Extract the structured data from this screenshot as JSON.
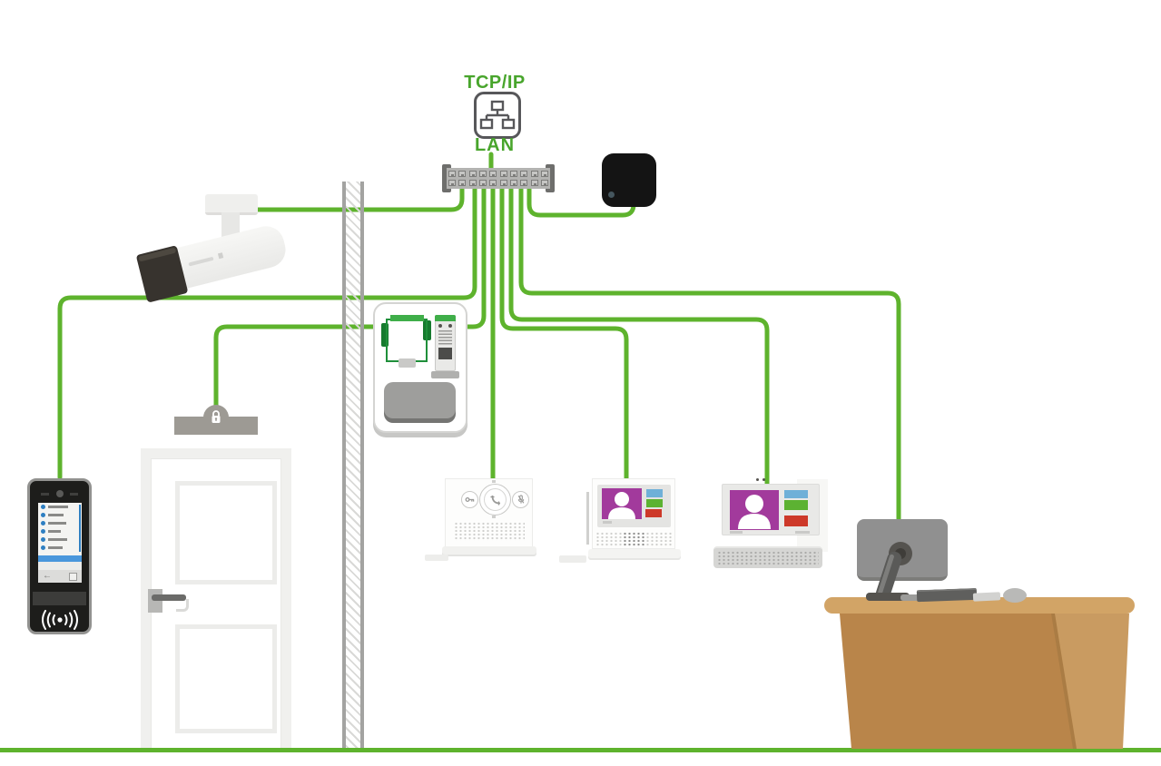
{
  "labels": {
    "tcpip": "TCP/IP",
    "lan": "LAN"
  },
  "door_station": {
    "contact_rows": 6,
    "back_arrow": "←"
  },
  "switch": {
    "rows": 2,
    "ports_per_row": 10
  },
  "colors": {
    "cable_green": "#5eb32d",
    "label_green": "#48a52c",
    "screen_purple": "#a23a9c",
    "button_blue": "#6fb0d8",
    "button_green": "#5cb232",
    "button_red": "#cd3929",
    "list_blue": "#2e7fc2",
    "selected_row_blue": "#4a97dc",
    "device_black": "#141414",
    "switch_gray": "#b3b3b1",
    "desk_top": "#d2a466",
    "desk_front": "#b9854a",
    "desk_side": "#c99b61"
  },
  "diagram": {
    "nodes": [
      {
        "id": "lan",
        "name": "TCP/IP LAN network"
      },
      {
        "id": "switch",
        "name": "network switch"
      },
      {
        "id": "camera",
        "name": "bullet IP camera"
      },
      {
        "id": "blackbox",
        "name": "black network device"
      },
      {
        "id": "door-station",
        "name": "outdoor door station with display and RFID reader"
      },
      {
        "id": "modular-intercom",
        "name": "modular intercom / access unit"
      },
      {
        "id": "door-lock",
        "name": "electric door lock"
      },
      {
        "id": "door",
        "name": "door with handle"
      },
      {
        "id": "audio-unit",
        "name": "audio answering unit"
      },
      {
        "id": "monitor-small",
        "name": "indoor video monitor (small)"
      },
      {
        "id": "monitor-large",
        "name": "indoor video monitor (large)"
      },
      {
        "id": "desk-computer",
        "name": "reception desk computer"
      }
    ],
    "connections": [
      {
        "from": "lan",
        "to": "switch"
      },
      {
        "from": "switch",
        "to": "camera"
      },
      {
        "from": "switch",
        "to": "door-station"
      },
      {
        "from": "switch",
        "to": "modular-intercom"
      },
      {
        "from": "modular-intercom",
        "to": "door-lock"
      },
      {
        "from": "switch",
        "to": "audio-unit"
      },
      {
        "from": "switch",
        "to": "monitor-small"
      },
      {
        "from": "switch",
        "to": "monitor-large"
      },
      {
        "from": "switch",
        "to": "desk-computer"
      },
      {
        "from": "switch",
        "to": "blackbox"
      }
    ]
  }
}
